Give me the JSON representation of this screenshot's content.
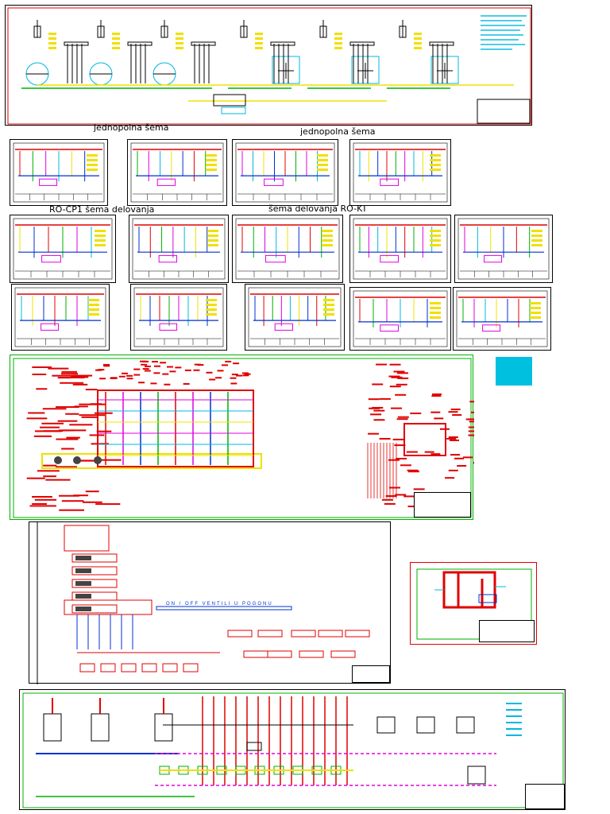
{
  "captions": {
    "c1": "jednopolna šema",
    "c2": "jednopolna šema",
    "c3": "RO-CP1 šema delovanja",
    "c4": "šema delovanja  RO-KT"
  },
  "colors": {
    "red": "#e00000",
    "green": "#00b000",
    "yellow": "#f0e000",
    "blue": "#0030d0",
    "magenta": "#e000e0",
    "cyan": "#00b8e0",
    "black": "#000000"
  },
  "labels": {
    "on_off": "ON / OFF   VENTILI U POGONU"
  }
}
